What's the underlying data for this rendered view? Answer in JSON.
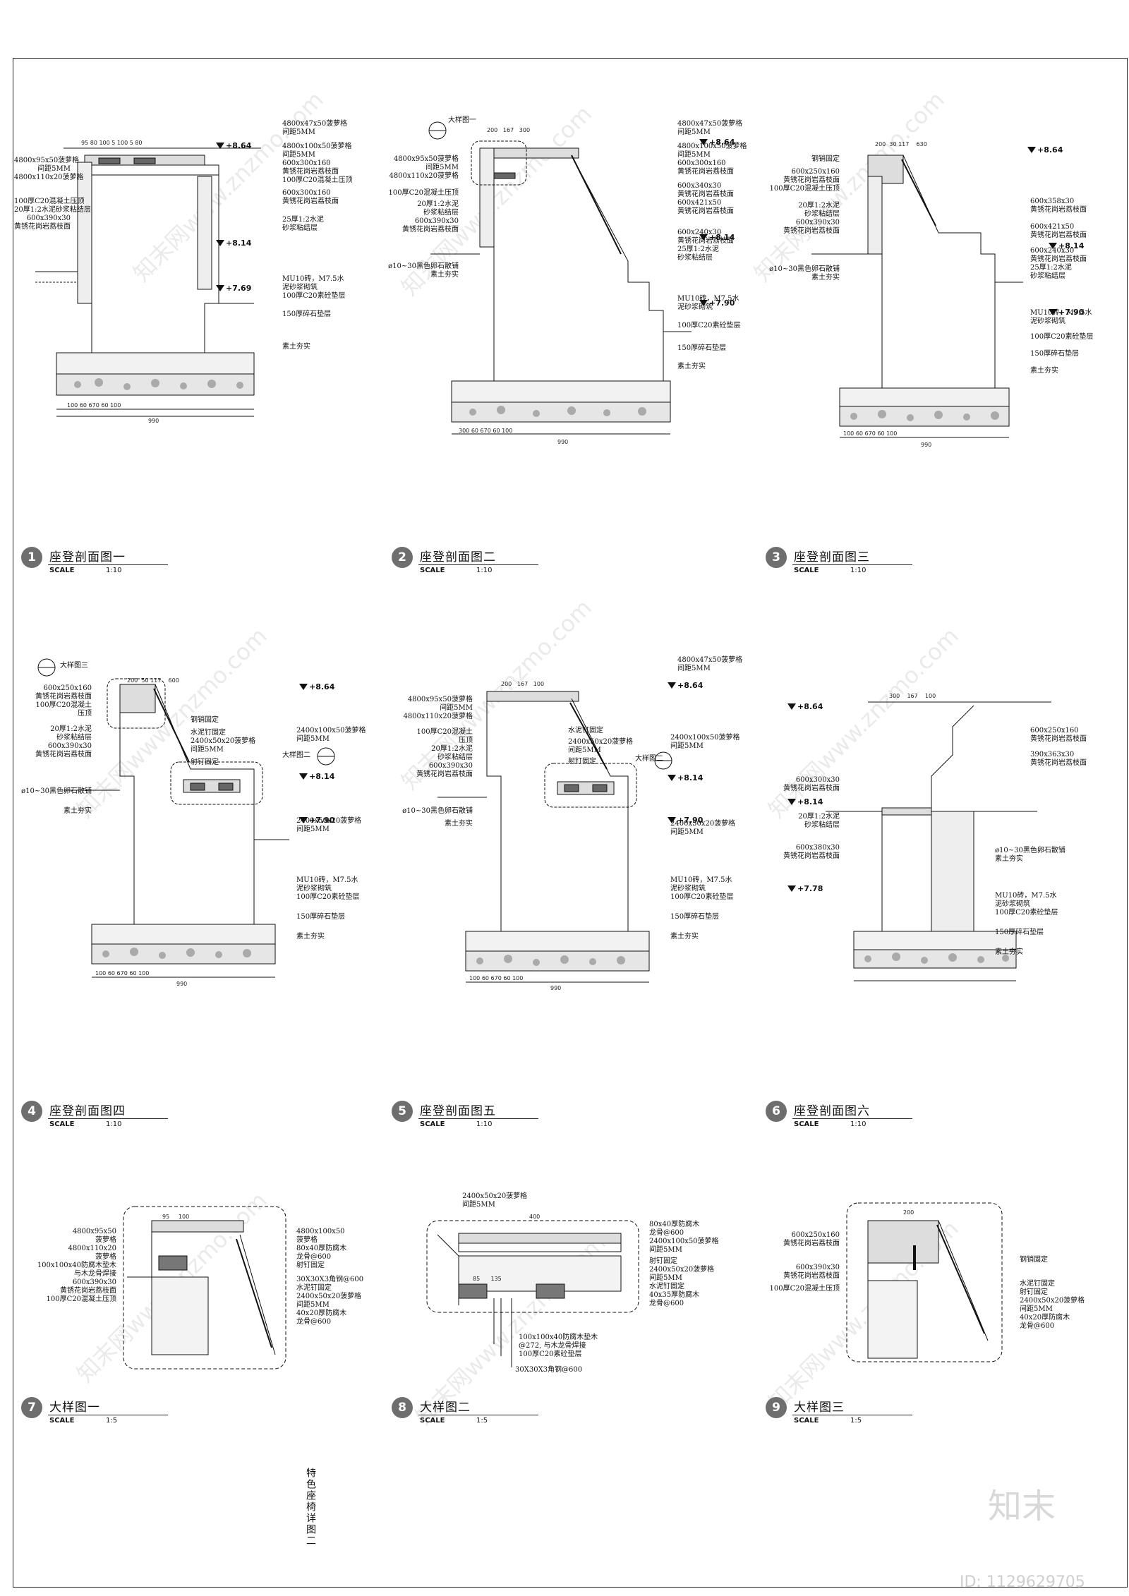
{
  "sheet": {
    "vertical_note": "特色座椅详图二",
    "brand": "知末",
    "id_text": "ID: 1129629705",
    "watermark_text": "知末网www.znzmo.com"
  },
  "panels": [
    {
      "number": "1",
      "name": "座登剖面图一",
      "scale_label": "SCALE",
      "scale": "1:10",
      "elevations": [
        "+8.64",
        "+8.14",
        "+7.69"
      ],
      "dims_top": [
        "95",
        "80",
        "100",
        "5",
        "100",
        "5",
        "80"
      ],
      "dims_bottom": [
        "100",
        "60",
        "670",
        "60",
        "100"
      ],
      "total": "990",
      "callouts_left": [
        "4800x95x50菠萝格",
        "间距5MM",
        "4800x110x20菠萝格",
        "100厚C20混凝土压顶",
        "20厚1:2水泥砂浆粘结层",
        "600x390x30",
        "黄锈花岗岩荔枝面"
      ],
      "callouts_right": [
        "4800x47x50菠萝格",
        "间距5MM",
        "4800x100x50菠萝格",
        "间距5MM",
        "600x300x160",
        "黄锈花岗岩荔枝面",
        "100厚C20混凝土压顶",
        "600x300x160",
        "黄锈花岗岩荔枝面",
        "25厚1:2水泥",
        "砂浆粘结层",
        "MU10砖，M7.5水",
        "泥砂浆砌筑",
        "100厚C20素砼垫层",
        "150厚碎石垫层",
        "素土夯实"
      ]
    },
    {
      "number": "2",
      "name": "座登剖面图二",
      "scale_label": "SCALE",
      "scale": "1:10",
      "elevations": [
        "+8.64",
        "+8.14",
        "+7.90"
      ],
      "detail_ref": "大样图一",
      "dims_top": [
        "200",
        "167",
        "300"
      ],
      "dims_bottom": [
        "300",
        "60",
        "670",
        "60",
        "100"
      ],
      "total": "990",
      "callouts_left": [
        "4800x95x50菠萝格",
        "间距5MM",
        "4800x110x20菠萝格",
        "100厚C20混凝土压顶",
        "20厚1:2水泥",
        "砂浆粘结层",
        "600x390x30",
        "黄锈花岗岩荔枝面",
        "ø10~30黑色卵石散铺",
        "素土夯实"
      ],
      "callouts_right": [
        "4800x47x50菠萝格",
        "间距5MM",
        "4800x100x50菠萝格",
        "间距5MM",
        "600x300x160",
        "黄锈花岗岩荔枝面",
        "600x340x30",
        "黄锈花岗岩荔枝面",
        "600x421x50",
        "黄锈花岗岩荔枝面",
        "600x240x30",
        "黄锈花岗岩荔枝面",
        "25厚1:2水泥",
        "砂浆粘结层",
        "MU10砖，M7.5水",
        "泥砂浆砌筑",
        "100厚C20素砼垫层",
        "150厚碎石垫层",
        "素土夯实"
      ]
    },
    {
      "number": "3",
      "name": "座登剖面图三",
      "scale_label": "SCALE",
      "scale": "1:10",
      "elevations": [
        "+8.64",
        "+8.14",
        "+7.90"
      ],
      "dims_top": [
        "200",
        "30",
        "117",
        "630"
      ],
      "dims_bottom": [
        "100",
        "60",
        "670",
        "60",
        "100"
      ],
      "total": "990",
      "callouts_left": [
        "钢销固定",
        "600x250x160",
        "黄锈花岗岩荔枝面",
        "100厚C20混凝土压顶",
        "20厚1:2水泥",
        "砂浆粘结层",
        "600x390x30",
        "黄锈花岗岩荔枝面",
        "ø10~30黑色卵石散铺",
        "素土夯实"
      ],
      "callouts_right": [
        "600x358x30",
        "黄锈花岗岩荔枝面",
        "600x421x50",
        "黄锈花岗岩荔枝面",
        "600x240x30",
        "黄锈花岗岩荔枝面",
        "25厚1:2水泥",
        "砂浆粘结层",
        "MU10砖，M7.5水",
        "泥砂浆砌筑",
        "100厚C20素砼垫层",
        "150厚碎石垫层",
        "素土夯实"
      ]
    },
    {
      "number": "4",
      "name": "座登剖面图四",
      "scale_label": "SCALE",
      "scale": "1:10",
      "elevations": [
        "+8.64",
        "+8.14",
        "+7.90"
      ],
      "detail_ref": "大样图三",
      "detail_ref2": "大样图二",
      "dims_top": [
        "200",
        "50",
        "117",
        "600"
      ],
      "dims_bottom": [
        "100",
        "60",
        "670",
        "60",
        "100"
      ],
      "total": "990",
      "callouts_left": [
        "600x250x160",
        "黄锈花岗岩荔枝面",
        "100厚C20混凝土",
        "压顶",
        "20厚1:2水泥",
        "砂浆粘结层",
        "600x390x30",
        "黄锈花岗岩荔枝面",
        "ø10~30黑色卵石散铺",
        "素土夯实"
      ],
      "callouts_right": [
        "钢销固定",
        "水泥钉固定",
        "2400x50x20菠萝格",
        "间距5MM",
        "射钉固定",
        "2400x100x50菠萝格",
        "间距5MM",
        "2400x50x20菠萝格",
        "间距5MM",
        "MU10砖，M7.5水",
        "泥砂浆砌筑",
        "100厚C20素砼垫层",
        "150厚碎石垫层",
        "素土夯实"
      ]
    },
    {
      "number": "5",
      "name": "座登剖面图五",
      "scale_label": "SCALE",
      "scale": "1:10",
      "elevations": [
        "+8.64",
        "+8.14",
        "+7.90"
      ],
      "detail_ref": "大样图二",
      "dims_top": [
        "200",
        "167",
        "100"
      ],
      "dims_bottom": [
        "100",
        "60",
        "670",
        "60",
        "100"
      ],
      "total": "990",
      "callouts_left": [
        "4800x95x50菠萝格",
        "间距5MM",
        "4800x110x20菠萝格",
        "100厚C20混凝土",
        "压顶",
        "20厚1:2水泥",
        "砂浆粘结层",
        "600x390x30",
        "黄锈花岗岩荔枝面",
        "ø10~30黑色卵石散铺",
        "素土夯实"
      ],
      "callouts_right": [
        "4800x47x50菠萝格",
        "间距5MM",
        "水泥钉固定",
        "2400x50x20菠萝格",
        "间距5MM",
        "射钉固定",
        "2400x100x50菠萝格",
        "间距5MM",
        "2400x50x20菠萝格",
        "间距5MM",
        "MU10砖，M7.5水",
        "泥砂浆砌筑",
        "100厚C20素砼垫层",
        "150厚碎石垫层",
        "素土夯实"
      ]
    },
    {
      "number": "6",
      "name": "座登剖面图六",
      "scale_label": "SCALE",
      "scale": "1:10",
      "elevations": [
        "+8.64",
        "+8.14",
        "+7.78"
      ],
      "dims_top": [
        "300",
        "167",
        "100"
      ],
      "callouts_left": [
        "600x300x30",
        "黄锈花岗岩荔枝面",
        "20厚1:2水泥",
        "砂浆粘结层",
        "600x380x30",
        "黄锈花岗岩荔枝面"
      ],
      "callouts_right": [
        "600x250x160",
        "黄锈花岗岩荔枝面",
        "390x363x30",
        "黄锈花岗岩荔枝面",
        "ø10~30黑色卵石散铺",
        "素土夯实",
        "MU10砖，M7.5水",
        "泥砂浆砌筑",
        "100厚C20素砼垫层",
        "150厚碎石垫层",
        "素土夯实"
      ]
    },
    {
      "number": "7",
      "name": "大样图一",
      "scale_label": "SCALE",
      "scale": "1:5",
      "dims_top": [
        "95",
        "100"
      ],
      "callouts_left": [
        "4800x95x50",
        "菠萝格",
        "4800x110x20",
        "菠萝格",
        "100x100x40防腐木垫木",
        "与木龙骨焊接",
        "600x390x30",
        "黄锈花岗岩荔枝面",
        "100厚C20混凝土压顶"
      ],
      "callouts_right": [
        "4800x100x50",
        "菠萝格",
        "80x40厚防腐木",
        "龙骨@600",
        "射钉固定",
        "30X30X3角钢@600",
        "水泥钉固定",
        "2400x50x20菠萝格",
        "间距5MM",
        "40x20厚防腐木",
        "龙骨@600"
      ]
    },
    {
      "number": "8",
      "name": "大样图二",
      "scale_label": "SCALE",
      "scale": "1:5",
      "dims_top": [
        "400",
        "85",
        "135"
      ],
      "callouts_top": [
        "2400x50x20菠萝格",
        "间距5MM"
      ],
      "callouts_right": [
        "80x40厚防腐木",
        "龙骨@600",
        "2400x100x50菠萝格",
        "间距5MM",
        "射钉固定",
        "2400x50x20菠萝格",
        "间距5MM",
        "水泥钉固定",
        "40x35厚防腐木",
        "龙骨@600"
      ],
      "callouts_bottom": [
        "100x100x40防腐木垫木",
        "@272, 与木龙骨焊接",
        "100厚C20素砼垫层",
        "30X30X3角钢@600"
      ]
    },
    {
      "number": "9",
      "name": "大样图三",
      "scale_label": "SCALE",
      "scale": "1:5",
      "dims_top": [
        "200"
      ],
      "callouts_left": [
        "600x250x160",
        "黄锈花岗岩荔枝面",
        "600x390x30",
        "黄锈花岗岩荔枝面",
        "100厚C20混凝土压顶"
      ],
      "callouts_right": [
        "钢销固定",
        "水泥钉固定",
        "射钉固定",
        "2400x50x20菠萝格",
        "间距5MM",
        "40x20厚防腐木",
        "龙骨@600"
      ]
    }
  ]
}
